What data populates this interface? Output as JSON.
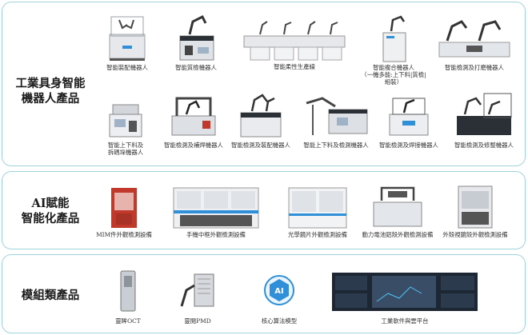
{
  "sections": [
    {
      "title": "工業具身智能\n機器人產品",
      "items": [
        {
          "label": "智能裝配機器人"
        },
        {
          "label": "智能質檢機器人"
        },
        {
          "label": "智能柔性生產線"
        },
        {
          "label": "智能複合機器人\n（一機多能:上下料|質檢|組裝）"
        },
        {
          "label": "智能檢測及打磨機器人"
        },
        {
          "label": "智能上下料及\n拆碼垛機器人"
        },
        {
          "label": "智能檢測及補焊機器人"
        },
        {
          "label": "智能檢測及裝配機器人"
        },
        {
          "label": "智能上下料及檢測機器人"
        },
        {
          "label": "智能檢測及焊接機器人"
        },
        {
          "label": "智能檢測及修整機器人"
        }
      ]
    },
    {
      "title": "AI賦能\n智能化產品",
      "items": [
        {
          "label": "MIM件外觀檢測設備"
        },
        {
          "label": "手機中框外觀檢測設備"
        },
        {
          "label": "光學鏡片外觀檢測設備"
        },
        {
          "label": "動力電池鋁殼外觀檢測設備"
        },
        {
          "label": "外殼視鏡殼外觀檢測設備"
        }
      ]
    },
    {
      "title": "模組類產品",
      "items": [
        {
          "label": "靈眸OCT"
        },
        {
          "label": "靈閱PMD"
        },
        {
          "label": "核心算法模型"
        },
        {
          "label": "工業軟件與雲平台"
        }
      ]
    }
  ],
  "colors": {
    "panel_border": "#9fd3dc",
    "machine_body": "#e6e8eb",
    "machine_dark": "#2b2f36",
    "accent_red": "#c0392b",
    "accent_blue": "#2f8fd8"
  },
  "icons": [
    "robot-arm-cell",
    "production-line",
    "inspection-machine",
    "oct-sensor",
    "pmd-module",
    "ai-model-icon",
    "cloud-platform-screen"
  ]
}
